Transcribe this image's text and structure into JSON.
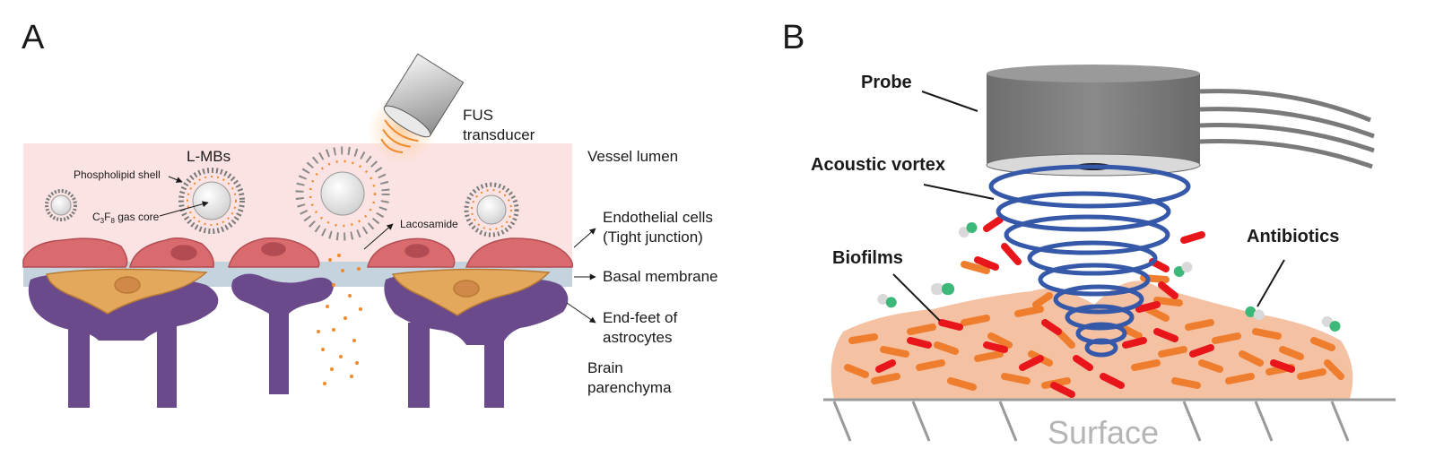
{
  "panel_a": {
    "letter": "A",
    "labels": {
      "l_mbs": "L-MBs",
      "phospholipid_shell": "Phospholipid shell",
      "gas_core_main": "C",
      "gas_core_sub3": "3",
      "gas_core_f": "F",
      "gas_core_sub8": "8",
      "gas_core_rest": " gas core",
      "lacosamide": "Lacosamide",
      "fus_line1": "FUS",
      "fus_line2": "transducer",
      "vessel_lumen": "Vessel lumen",
      "endothelial_line1": "Endothelial cells",
      "endothelial_line2": "(Tight junction)",
      "basal_membrane": "Basal membrane",
      "endfeet_line1": "End-feet of",
      "endfeet_line2": "astrocytes",
      "brain_line1": "Brain",
      "brain_line2": "parenchyma"
    }
  },
  "panel_b": {
    "letter": "B",
    "labels": {
      "probe": "Probe",
      "acoustic_vortex": "Acoustic vortex",
      "biofilms": "Biofilms",
      "antibiotics": "Antibiotics",
      "surface": "Surface"
    }
  },
  "colors": {
    "vessel_lumen": "#fbe3e3",
    "endothelial": "#d96b6f",
    "basal_membrane": "#c4d3de",
    "astrocyte": "#6b4a8c",
    "astrocyte_body": "#e4a85c",
    "drug_dot": "#f08a2c",
    "probe": "#7a7a7a",
    "vortex": "#3558a8",
    "biofilm": "#f4c1a3",
    "bacteria": "#ef7d2e",
    "bacteria_red": "#e8151b",
    "antibiotic_green": "#3cb878"
  }
}
